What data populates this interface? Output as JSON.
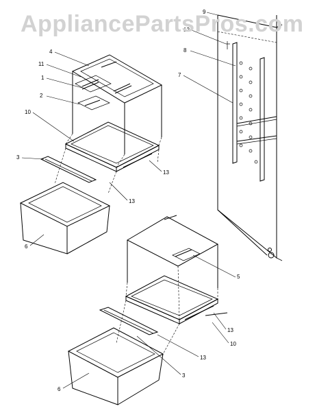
{
  "watermark": "AppliancePartsPros.com",
  "callouts": {
    "c4": "4",
    "c11": "11",
    "c1": "1",
    "c2": "2",
    "c10_top": "10",
    "c3_top": "3",
    "c13_a": "13",
    "c13_b": "13",
    "c6_top": "6",
    "c9": "9",
    "c12": "12",
    "c8": "8",
    "c7": "7",
    "c5": "5",
    "c13_c": "13",
    "c10_bottom": "10",
    "c13_d": "13",
    "c3_bottom": "3",
    "c6_bottom": "6"
  }
}
